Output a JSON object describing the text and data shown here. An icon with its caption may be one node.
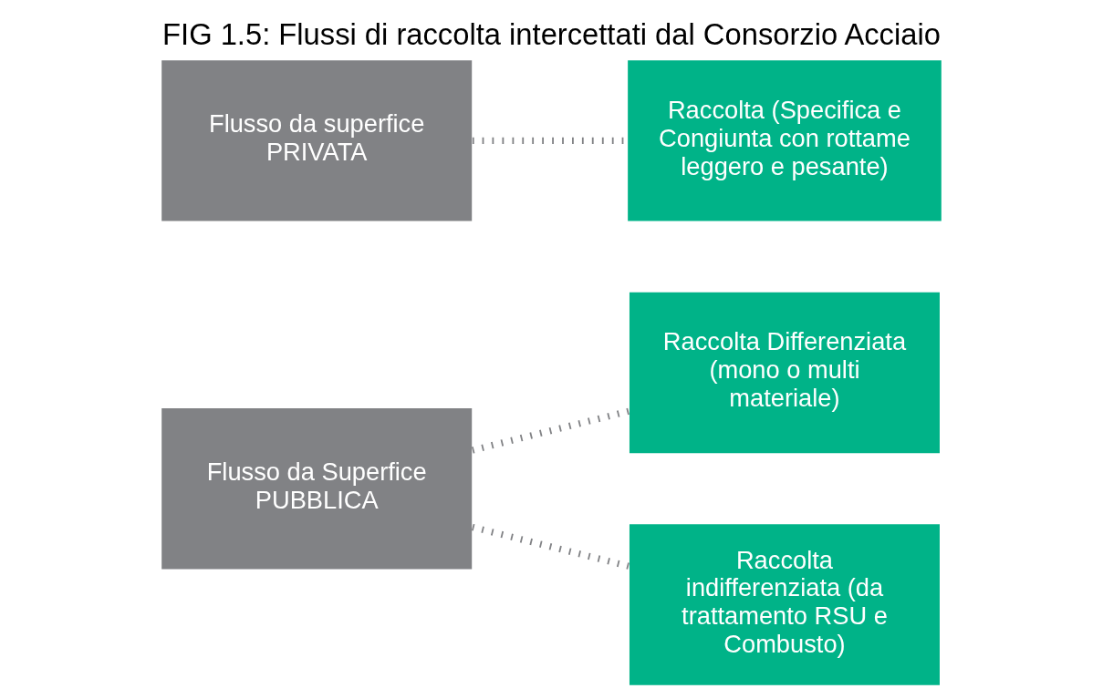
{
  "diagram": {
    "title": "FIG 1.5: Flussi di raccolta intercettati dal Consorzio Acciaio",
    "nodes": [
      {
        "text": [
          "Flusso da Superfice PUBBLICA"
        ]
      },
      {
        "text": [
          "Raccolta Differenziata (mono o multi materiale)"
        ]
      },
      {
        "text": [
          "Raccolta indifferenziata (da trattamento RSU e Combusto)"
        ]
      },
      {
        "text": [
          "Flusso da superfice PRIVATA"
        ]
      },
      {
        "text": [
          "Raccolta (Specifica e Congiunta con rottame leggero e pesante)"
        ]
      }
    ],
    "edges": [
      {
        "from": 0,
        "to": 1,
        "arrow": "none"
      },
      {
        "from": 0,
        "to": 2,
        "arrow": "none"
      },
      {
        "from": 3,
        "to": 4,
        "arrow": "none"
      }
    ]
  }
}
